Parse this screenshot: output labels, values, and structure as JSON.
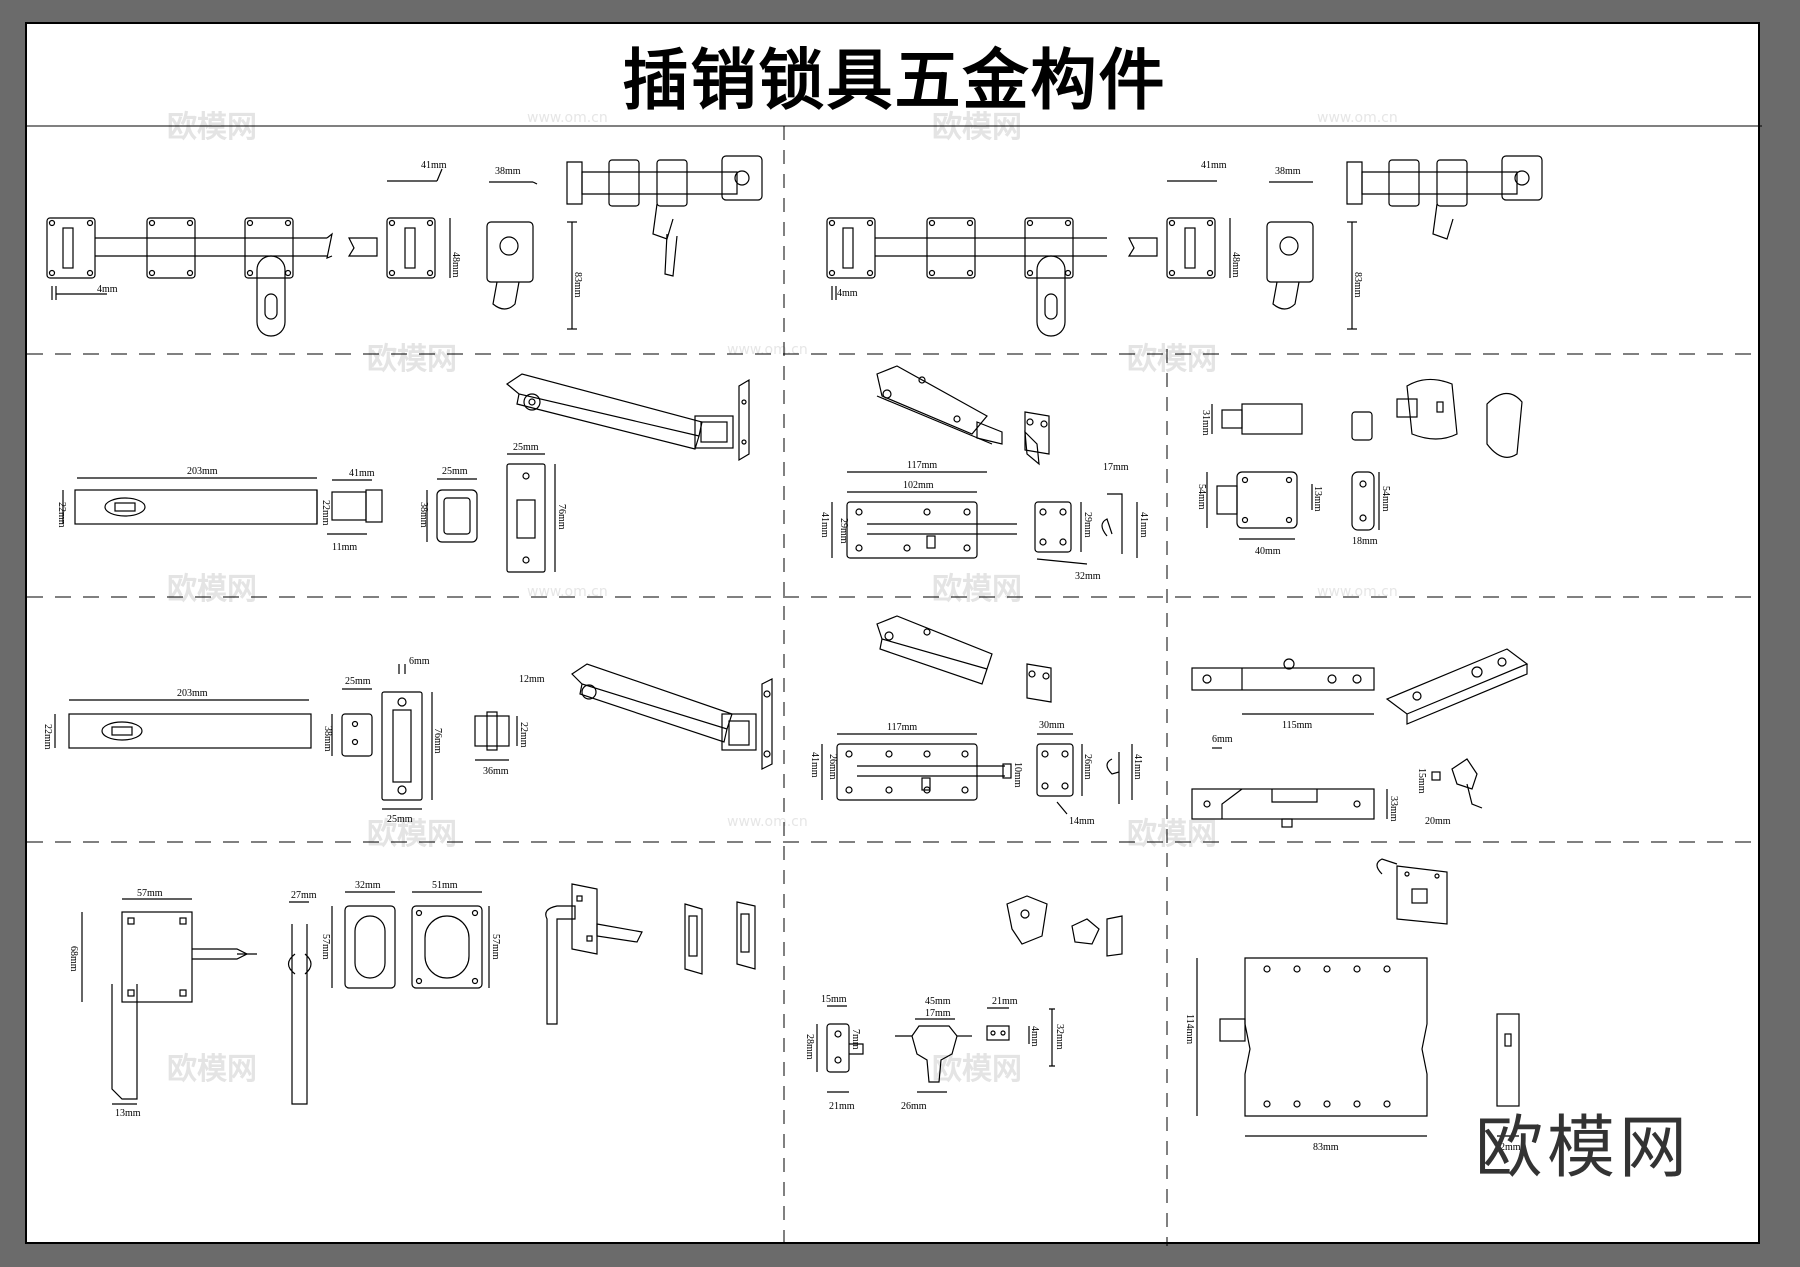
{
  "title": "插销锁具五金构件",
  "watermark": {
    "brand": "欧模网",
    "url": "www.om.cn"
  },
  "panels": {
    "p1": {
      "d1": "41mm",
      "d2": "38mm",
      "d3": "48mm",
      "d4": "83mm",
      "d5": "4mm"
    },
    "p2": {
      "d1": "41mm",
      "d2": "38mm",
      "d3": "48mm",
      "d4": "83mm",
      "d5": "4mm"
    },
    "p3": {
      "len": "203mm",
      "w": "22mm",
      "d41": "41mm",
      "d22": "22mm",
      "d11": "11mm",
      "d25a": "25mm",
      "d38": "38mm",
      "d25b": "25mm",
      "d76": "76mm"
    },
    "p4": {
      "d117": "117mm",
      "d102": "102mm",
      "d41": "41mm",
      "d29": "29mm",
      "d17": "17mm",
      "d29b": "29mm",
      "d41b": "41mm",
      "d32": "32mm"
    },
    "p5": {
      "d31": "31mm",
      "d54": "54mm",
      "d13": "13mm",
      "d54b": "54mm",
      "d40": "40mm",
      "d18": "18mm"
    },
    "p6": {
      "len": "203mm",
      "w": "22mm",
      "d25": "25mm",
      "d6": "6mm",
      "d38": "38mm",
      "d76": "76mm",
      "d25b": "25mm",
      "d12": "12mm",
      "d22": "22mm",
      "d36": "36mm"
    },
    "p7": {
      "d117": "117mm",
      "d41": "41mm",
      "d26": "26mm",
      "d10": "10mm",
      "d30": "30mm",
      "d26b": "26mm",
      "d41b": "41mm",
      "d14": "14mm"
    },
    "p8": {
      "d115": "115mm",
      "d6": "6mm",
      "d15": "15mm",
      "d33": "33mm",
      "d20": "20mm"
    },
    "p9": {
      "d57": "57mm",
      "d68": "68mm",
      "d13": "13mm",
      "d27": "27mm",
      "d32": "32mm",
      "d57b": "57mm",
      "d51": "51mm",
      "d57c": "57mm"
    },
    "p10": {
      "d15": "15mm",
      "d7": "7mm",
      "d28": "28mm",
      "d21": "21mm",
      "d45": "45mm",
      "d17": "17mm",
      "d26": "26mm",
      "d21b": "21mm",
      "d4": "4mm",
      "d32": "32mm"
    },
    "p11": {
      "d114": "114mm",
      "d83": "83mm",
      "d22": "22mm"
    }
  }
}
